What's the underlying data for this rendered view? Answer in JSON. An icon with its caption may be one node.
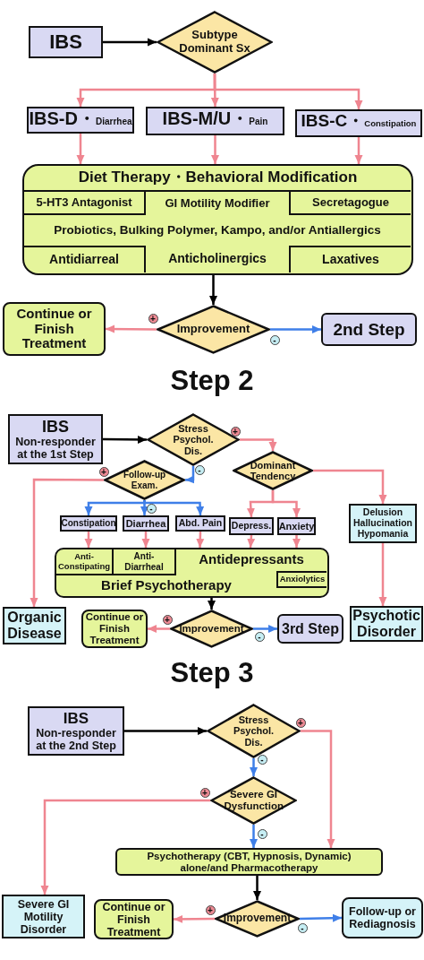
{
  "diagram": {
    "nodes": [
      {
        "text": [
          "IBS"
        ]
      },
      {
        "text": [
          "Subtype Dominant Sx"
        ]
      },
      {
        "text": [
          "IBS-D・",
          "Diarrhea"
        ]
      },
      {
        "text": [
          "IBS-M/U・",
          "Pain"
        ]
      },
      {
        "text": [
          "IBS-C・",
          "Constipation"
        ]
      },
      {
        "text": [
          "Diet Therapy・Behavioral Modification"
        ]
      },
      {
        "text": [
          "5-HT3 Antagonist"
        ],
        "in": 5
      },
      {
        "text": [
          "GI Motility Modifier"
        ],
        "in": 5
      },
      {
        "text": [
          "Secretagogue"
        ],
        "in": 5
      },
      {
        "text": [
          "Probiotics, Bulking Polymer, Kampo, and/or Antiallergics"
        ],
        "in": 5
      },
      {
        "text": [
          "Antidiarreal"
        ],
        "in": 5
      },
      {
        "text": [
          "Anticholinergics"
        ],
        "in": 5
      },
      {
        "text": [
          "Laxatives"
        ],
        "in": 5
      },
      {
        "text": [
          "Continue or Finish Treatment"
        ]
      },
      {
        "text": [
          "Improvement"
        ]
      },
      {
        "text": [
          "2nd Step"
        ]
      },
      {
        "text": [
          "IBS",
          "Non-responder at the 1st Step"
        ]
      },
      {
        "text": [
          "Stress Psychol. Dis."
        ]
      },
      {
        "text": [
          "Follow-up Exam."
        ]
      },
      {
        "text": [
          "Dominant Tendency"
        ]
      },
      {
        "text": [
          "Constipation"
        ]
      },
      {
        "text": [
          "Diarrhea"
        ]
      },
      {
        "text": [
          "Abd. Pain"
        ]
      },
      {
        "text": [
          "Depress."
        ]
      },
      {
        "text": [
          "Anxiety"
        ]
      },
      {
        "text": [
          "Delusion Hallucination Hypomania"
        ]
      },
      {
        "text": [],
        "shape": "box"
      },
      {
        "text": [
          "Anti- Constipating"
        ],
        "in": 26
      },
      {
        "text": [
          "Anti- Diarrheal"
        ],
        "in": 26
      },
      {
        "text": [
          "Antidepressants"
        ],
        "in": 26
      },
      {
        "text": [
          "Anxiolytics"
        ],
        "in": 26
      },
      {
        "text": [
          "Brief Psychotherapy"
        ],
        "in": 26
      },
      {
        "text": [
          "Organic Disease"
        ]
      },
      {
        "text": [
          "Continue or Finish Treatment"
        ]
      },
      {
        "text": [
          "Improvement"
        ]
      },
      {
        "text": [
          "3rd Step"
        ]
      },
      {
        "text": [
          "Psychotic Disorder"
        ]
      },
      {
        "text": [
          "IBS",
          "Non-responder at the 2nd Step"
        ]
      },
      {
        "text": [
          "Stress Psychol. Dis."
        ]
      },
      {
        "text": [
          "Severe GI Dysfunction"
        ]
      },
      {
        "text": [
          "Psychotherapy (CBT, Hypnosis, Dynamic) alone/and Pharmacotherapy"
        ]
      },
      {
        "text": [
          "Severe GI Motility Disorder"
        ]
      },
      {
        "text": [
          "Continue or Finish Treatment"
        ]
      },
      {
        "text": [
          "Improvement"
        ]
      },
      {
        "text": [
          "Follow-up or Rediagnosis"
        ]
      }
    ],
    "edges": [
      {
        "from": 0,
        "to": 1,
        "arrow": "to",
        "color": "#000000"
      },
      {
        "from": 1,
        "to": 2,
        "arrow": "to"
      },
      {
        "from": 1,
        "to": 3,
        "arrow": "to"
      },
      {
        "from": 1,
        "to": 4,
        "arrow": "to"
      },
      {
        "from": 2,
        "to": 5,
        "arrow": "to"
      },
      {
        "from": 3,
        "to": 5,
        "arrow": "to"
      },
      {
        "from": 4,
        "to": 5,
        "arrow": "to"
      },
      {
        "from": 5,
        "to": 14,
        "arrow": "to",
        "color": "#000000"
      },
      {
        "from": 14,
        "to": 13,
        "arrow": "to",
        "label": "+"
      },
      {
        "from": 14,
        "to": 15,
        "arrow": "to",
        "label": "-",
        "color": "#3f7fe8"
      },
      {
        "from": 16,
        "to": 17,
        "arrow": "to",
        "color": "#000000"
      },
      {
        "from": 17,
        "to": 19,
        "arrow": "to",
        "label": "+"
      },
      {
        "from": 17,
        "to": 18,
        "arrow": "to",
        "label": "-",
        "color": "#3f7fe8"
      },
      {
        "from": 18,
        "to": 32,
        "arrow": "to",
        "label": "+"
      },
      {
        "from": 18,
        "to": 20,
        "arrow": "to",
        "color": "#3f7fe8"
      },
      {
        "from": 18,
        "to": 21,
        "arrow": "to",
        "label": "-",
        "color": "#3f7fe8"
      },
      {
        "from": 18,
        "to": 22,
        "arrow": "to",
        "color": "#3f7fe8"
      },
      {
        "from": 19,
        "to": 23,
        "arrow": "to"
      },
      {
        "from": 19,
        "to": 24,
        "arrow": "to"
      },
      {
        "from": 19,
        "to": 25,
        "arrow": "to"
      },
      {
        "from": 20,
        "to": 26,
        "arrow": "to"
      },
      {
        "from": 21,
        "to": 26,
        "arrow": "to"
      },
      {
        "from": 22,
        "to": 26,
        "arrow": "to"
      },
      {
        "from": 23,
        "to": 26,
        "arrow": "to"
      },
      {
        "from": 24,
        "to": 26,
        "arrow": "to"
      },
      {
        "from": 25,
        "to": 36,
        "arrow": "to"
      },
      {
        "from": 26,
        "to": 34,
        "arrow": "to",
        "color": "#000000"
      },
      {
        "from": 34,
        "to": 33,
        "arrow": "to",
        "label": "+"
      },
      {
        "from": 34,
        "to": 35,
        "arrow": "to",
        "label": "-",
        "color": "#3f7fe8"
      },
      {
        "from": 37,
        "to": 38,
        "arrow": "to",
        "color": "#000000"
      },
      {
        "from": 38,
        "to": 39,
        "arrow": "to",
        "label": "-",
        "color": "#3f7fe8"
      },
      {
        "from": 38,
        "to": 40,
        "arrow": "to",
        "label": "+"
      },
      {
        "from": 39,
        "to": 41,
        "arrow": "to",
        "label": "+"
      },
      {
        "from": 39,
        "to": 40,
        "arrow": "to",
        "label": "-",
        "color": "#3f7fe8"
      },
      {
        "from": 40,
        "to": 43,
        "arrow": "to",
        "color": "#000000"
      },
      {
        "from": 43,
        "to": 42,
        "arrow": "to",
        "label": "+"
      },
      {
        "from": 43,
        "to": 44,
        "arrow": "to",
        "label": "-",
        "color": "#3f7fe8"
      }
    ],
    "labels": [
      "Step 2",
      "Step 3"
    ]
  }
}
